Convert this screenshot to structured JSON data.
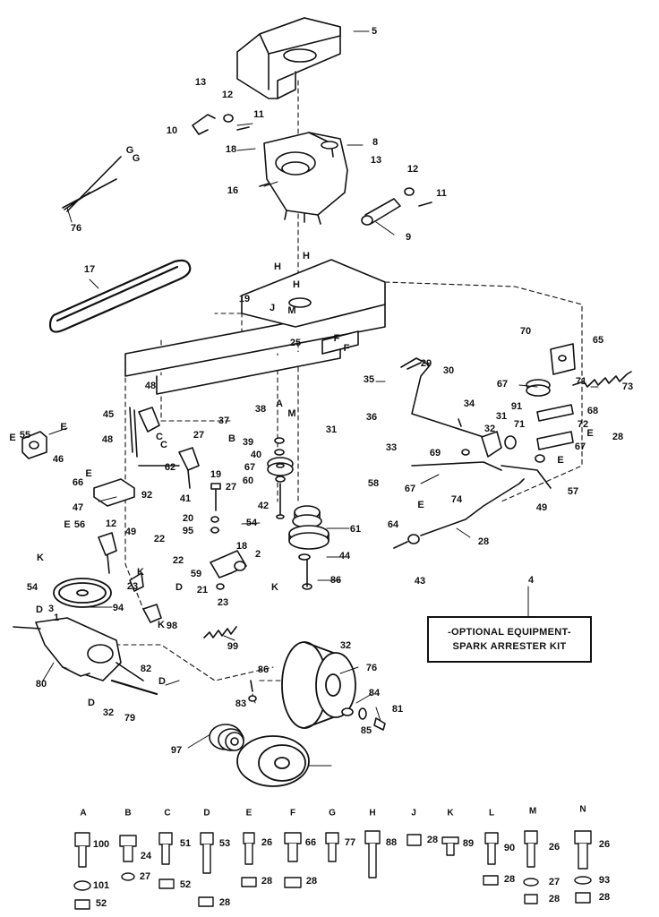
{
  "callouts": [
    "5",
    "13",
    "12",
    "11",
    "10",
    "18",
    "8",
    "16",
    "13",
    "12",
    "11",
    "9",
    "G",
    "G",
    "76",
    "17",
    "H",
    "H",
    "H",
    "J",
    "M",
    "19",
    "F",
    "F",
    "25",
    "70",
    "65",
    "29",
    "30",
    "48",
    "35",
    "67",
    "71",
    "73",
    "34",
    "91",
    "68",
    "45",
    "C",
    "C",
    "B",
    "37",
    "38",
    "A",
    "M",
    "36",
    "31",
    "31",
    "33",
    "32",
    "71",
    "72",
    "E",
    "E",
    "55",
    "E",
    "46",
    "48",
    "27",
    "39",
    "40",
    "67",
    "62",
    "69",
    "67",
    "28",
    "E",
    "E",
    "66",
    "47",
    "92",
    "19",
    "27",
    "60",
    "58",
    "67",
    "74",
    "57",
    "49",
    "41",
    "42",
    "61",
    "64",
    "E",
    "E",
    "56",
    "12",
    "20",
    "54",
    "49",
    "95",
    "18",
    "22",
    "2",
    "K",
    "K",
    "23",
    "22",
    "59",
    "28",
    "43",
    "44",
    "86",
    "54",
    "D",
    "D",
    "3",
    "1",
    "94",
    "21",
    "23",
    "K",
    "K",
    "98",
    "99",
    "4",
    "80",
    "32",
    "76",
    "86",
    "82",
    "D",
    "D",
    "32",
    "79",
    "83",
    "84",
    "85",
    "81",
    "97"
  ],
  "optional_box": {
    "line1": "-OPTIONAL EQUIPMENT-",
    "line2": "SPARK ARRESTER KIT"
  },
  "hardware_columns": [
    {
      "letter": "A",
      "nums": [
        "100",
        "101",
        "52"
      ]
    },
    {
      "letter": "B",
      "nums": [
        "24",
        "27"
      ]
    },
    {
      "letter": "C",
      "nums": [
        "51",
        "52"
      ]
    },
    {
      "letter": "D",
      "nums": [
        "53",
        "28"
      ]
    },
    {
      "letter": "E",
      "nums": [
        "26",
        "28"
      ]
    },
    {
      "letter": "F",
      "nums": [
        "66",
        "28"
      ]
    },
    {
      "letter": "G",
      "nums": [
        "77"
      ]
    },
    {
      "letter": "H",
      "nums": [
        "88"
      ]
    },
    {
      "letter": "J",
      "nums": [
        "28"
      ]
    },
    {
      "letter": "K",
      "nums": [
        "89"
      ]
    },
    {
      "letter": "L",
      "nums": [
        "90",
        "28"
      ]
    },
    {
      "letter": "M",
      "nums": [
        "26",
        "27",
        "28"
      ]
    },
    {
      "letter": "N",
      "nums": [
        "26",
        "93",
        "28"
      ]
    }
  ]
}
